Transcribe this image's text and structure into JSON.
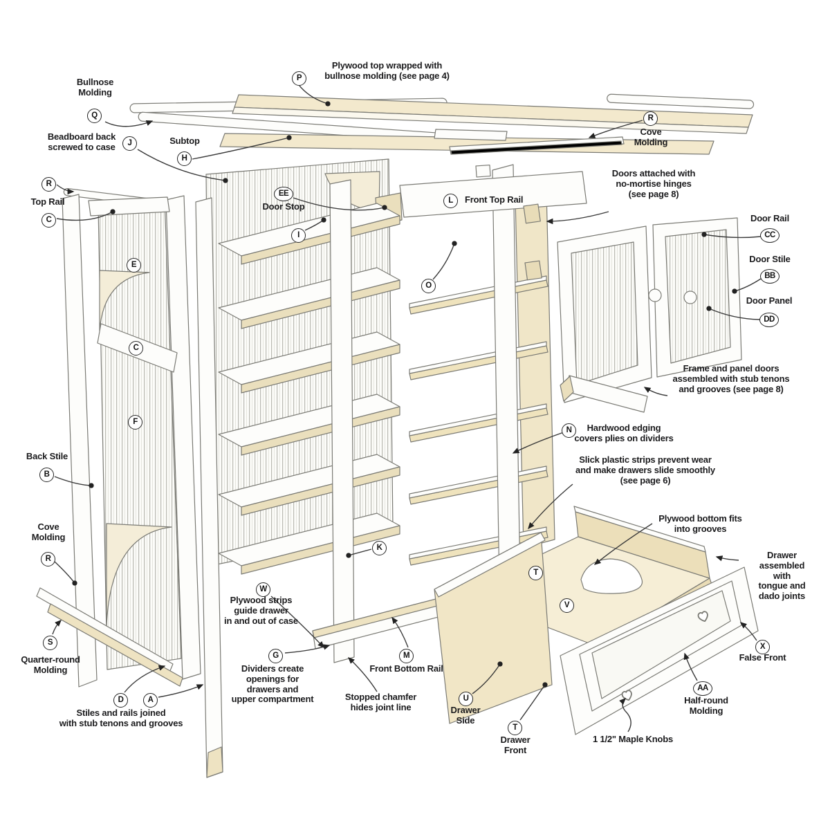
{
  "palette": {
    "background": "#ffffff",
    "wood_light": "#f3e9cd",
    "wood_edge": "#e9dcb4",
    "cream_arc": "#f4edd8",
    "outline": "#7a7a74",
    "leader": "#3a3a3a",
    "text": "#1b1b1d"
  },
  "callouts": {
    "q": {
      "letter": "Q",
      "text": "Bullnose\nMolding"
    },
    "p": {
      "letter": "P",
      "text": "Plywood top wrapped with\nbullnose molding (see page 4)"
    },
    "j": {
      "letter": "J",
      "text": "Beadboard back\nscrewed to case"
    },
    "h": {
      "letter": "H",
      "text": "Subtop"
    },
    "r_top_right": {
      "letter": "R",
      "text": "Cove\nMolding"
    },
    "r_top_left": {
      "letter": "R"
    },
    "c_top_rail": {
      "letter": "C",
      "text": "Top Rail"
    },
    "e_back_panel": {
      "letter": "E"
    },
    "c_back_panel": {
      "letter": "C"
    },
    "f_back_panel": {
      "letter": "F"
    },
    "b_back_stile": {
      "letter": "B",
      "text": "Back Stile"
    },
    "r_left": {
      "letter": "R",
      "text": "Cove\nMolding"
    },
    "s_quarter_round": {
      "letter": "S",
      "text": "Quarter-round\nMolding"
    },
    "d_stile": {
      "letter": "D"
    },
    "a_stile": {
      "letter": "A"
    },
    "stiles_note": {
      "text": "Stiles and rails joined\nwith stub tenons and grooves"
    },
    "ee_door_stop": {
      "letter": "EE",
      "text": "Door Stop"
    },
    "i_divider": {
      "letter": "I"
    },
    "o_divider": {
      "letter": "O"
    },
    "l_front_top_rail": {
      "letter": "L",
      "text": "Front Top Rail"
    },
    "doors_note": {
      "text": "Doors attached with\nno-mortise hinges\n(see page 8)"
    },
    "cc_door_rail": {
      "letter": "CC",
      "text": "Door Rail"
    },
    "bb_door_stile": {
      "letter": "BB",
      "text": "Door Stile"
    },
    "dd_door_panel": {
      "letter": "DD",
      "text": "Door Panel"
    },
    "frame_panel_note": {
      "text": "Frame and panel doors\nassembled with stub tenons\nand grooves (see page 8)"
    },
    "n_hardwood": {
      "letter": "N",
      "text": "Hardwood edging\ncovers plies on dividers"
    },
    "slick_note": {
      "text": "Slick plastic strips prevent wear\nand make drawers slide smoothly\n(see page 6)"
    },
    "plywood_bottom_note": {
      "text": "Plywood bottom fits\ninto grooves"
    },
    "drawer_note": {
      "text": "Drawer\nassembled\nwith\ntongue and\ndado joints"
    },
    "x_false_front": {
      "letter": "X",
      "text": "False Front"
    },
    "aa_molding": {
      "letter": "AA",
      "text": "Half-round\nMolding"
    },
    "knobs_note": {
      "text": "1 1/2\" Maple Knobs"
    },
    "t_drawer_front": {
      "letter": "T",
      "text": "Drawer\nFront"
    },
    "u_drawer_side": {
      "letter": "U",
      "text": "Drawer\nSide"
    },
    "t_drawer_box": {
      "letter": "T"
    },
    "v_drawer_bottom": {
      "letter": "V"
    },
    "k_rail": {
      "letter": "K"
    },
    "w_strips": {
      "letter": "W",
      "text": "Plywood strips\nguide drawer\nin and out of case"
    },
    "g_dividers": {
      "letter": "G",
      "text": "Dividers create\nopenings for\ndrawers and\nupper compartment"
    },
    "m_bottom_rail": {
      "letter": "M",
      "text": "Front Bottom Rail"
    },
    "chamfer_note": {
      "text": "Stopped chamfer\nhides joint line"
    }
  }
}
